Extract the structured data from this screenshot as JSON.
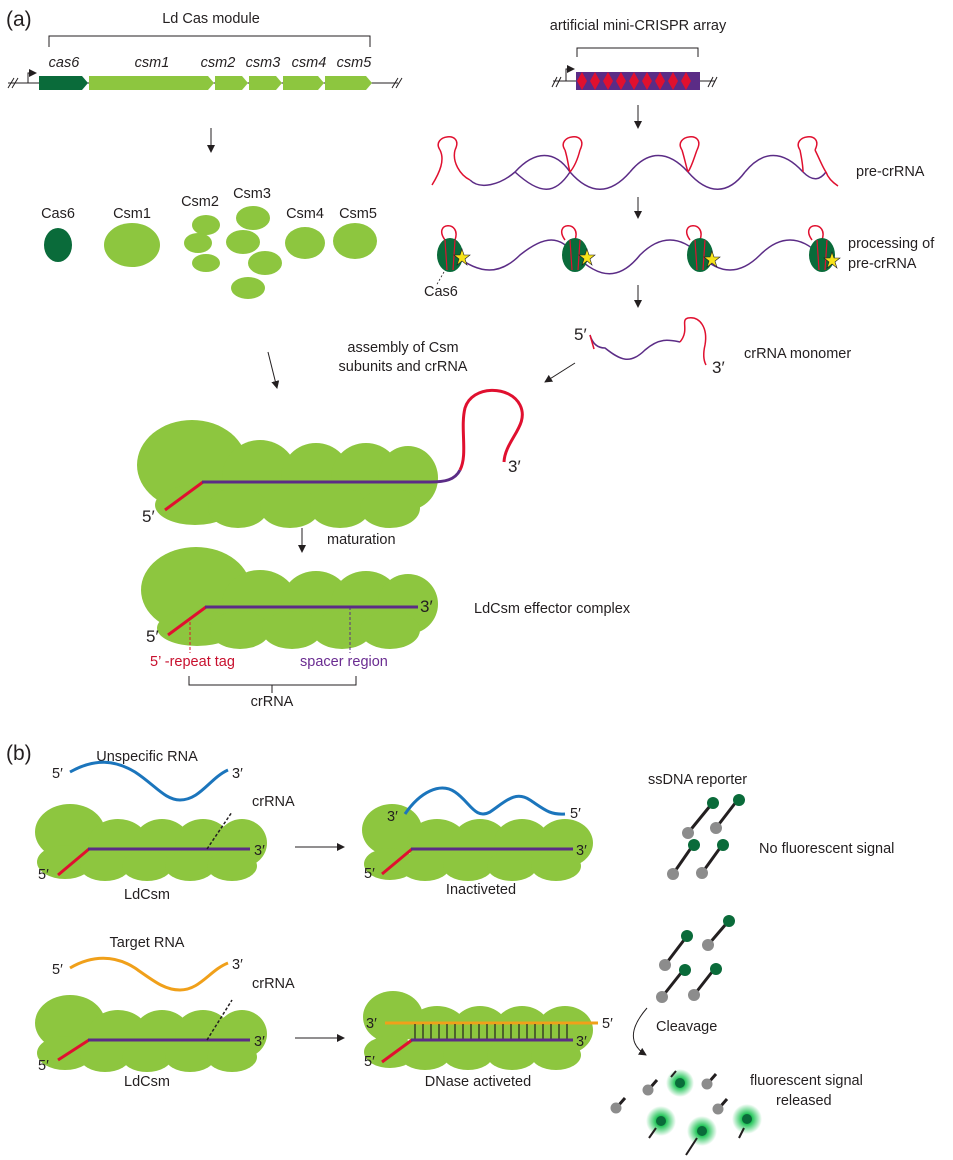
{
  "colors": {
    "light_green": "#8dc63f",
    "dark_green": "#0a6b3a",
    "red": "#e0102f",
    "purple": "#5b2c86",
    "blue": "#1b75bc",
    "orange": "#f0a01a",
    "grey": "#8c8c8c",
    "star": "#f7e31a",
    "glow": "#0bbf47"
  },
  "panel_a": {
    "label": "(a)",
    "module_title": "Ld Cas module",
    "genes": [
      "cas6",
      "csm1",
      "csm2",
      "csm3",
      "csm4",
      "csm5"
    ],
    "array_title": "artificial mini-CRISPR array",
    "proteins": [
      "Cas6",
      "Csm1",
      "Csm2",
      "Csm3",
      "Csm4",
      "Csm5"
    ],
    "pre_crrna": "pre-crRNA",
    "processing_line1": "processing of",
    "processing_line2": "pre-crRNA",
    "cas6_label": "Cas6",
    "assembly_line1": "assembly of Csm",
    "assembly_line2": "subunits and crRNA",
    "crrna_monomer": "crRNA monomer",
    "five_prime": "5′",
    "three_prime": "3′",
    "maturation": "maturation",
    "effector": "LdCsm effector complex",
    "repeat_tag": "5’ -repeat tag",
    "spacer_region": "spacer region",
    "crrna": "crRNA"
  },
  "panel_b": {
    "label": "(b)",
    "unspecific_rna": "Unspecific RNA",
    "target_rna": "Target RNA",
    "crrna": "crRNA",
    "ldcsm": "LdCsm",
    "inactivated": "Inactiveted",
    "dnase_activated": "DNase activeted",
    "ssdna_reporter": "ssDNA reporter",
    "no_signal": "No fluorescent signal",
    "cleavage": "Cleavage",
    "released_line1": "fluorescent signal",
    "released_line2": "released",
    "five_prime": "5′",
    "three_prime": "3′"
  }
}
